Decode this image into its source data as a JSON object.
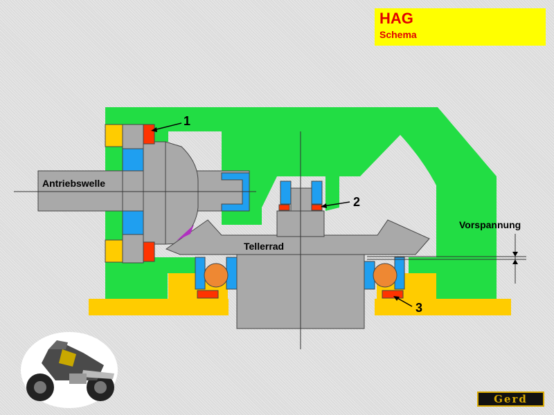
{
  "header": {
    "title": "HAG",
    "subtitle": "Schema"
  },
  "labels": {
    "antriebswelle": "Antriebswelle",
    "tellerrad": "Tellerrad",
    "vorspannung": "Vorspannung",
    "marker_1": "1",
    "marker_2": "2",
    "marker_3": "3"
  },
  "logo": {
    "text": "Gerd"
  },
  "colors": {
    "housing": "#22dd44",
    "bearing_blue": "#1f9ff0",
    "seal_red": "#ff3300",
    "gear_gray": "#a9a9a9",
    "base_yellow": "#ffcc00",
    "ball_orange": "#ee8833",
    "title_bg": "#ffff00",
    "title_text": "#e10000"
  }
}
